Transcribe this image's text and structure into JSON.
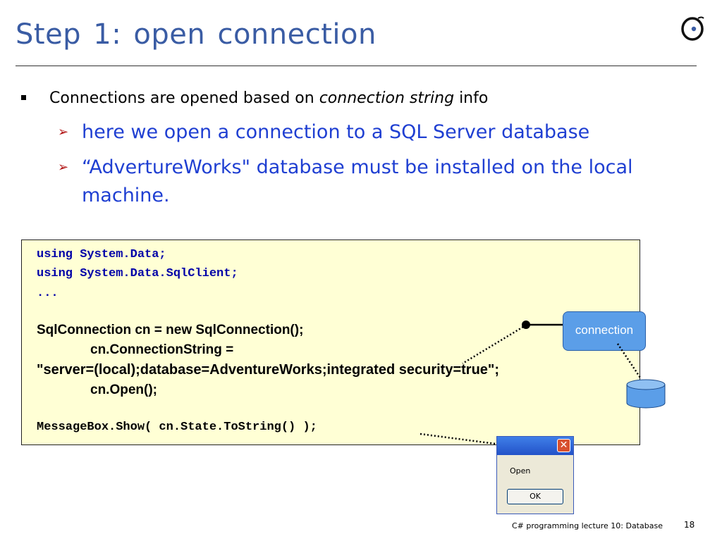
{
  "slide": {
    "title": "Step 1:  open connection",
    "bullet": {
      "text_before": "Connections are opened based on ",
      "text_italic": "connection string",
      "text_after": " info"
    },
    "subbullets": [
      "here we open a connection to a SQL Server database",
      "“AdvertureWorks\" database must be installed on the local machine."
    ],
    "code": {
      "line1": "using System.Data;",
      "line2": "using System.Data.SqlClient;",
      "line3": "...",
      "line4": "SqlConnection cn = new SqlConnection();",
      "line5": "cn.ConnectionString =",
      "line6": "\"server=(local);database=AdventureWorks;integrated security=true\";",
      "line7": "cn.Open();",
      "line8": "MessageBox.Show( cn.State.ToString() );"
    },
    "callout_label": "connection",
    "dialog": {
      "close_glyph": "✕",
      "message": "Open",
      "ok_label": "OK"
    },
    "footer": "C# programming lecture 10: Database",
    "page_number": "18"
  },
  "colors": {
    "title": "#3a5ca4",
    "subbullet_text": "#1f3fd2",
    "code_keyword": "#0000a8",
    "code_background": "#ffffd5",
    "callout_fill": "#5b9ee8"
  }
}
